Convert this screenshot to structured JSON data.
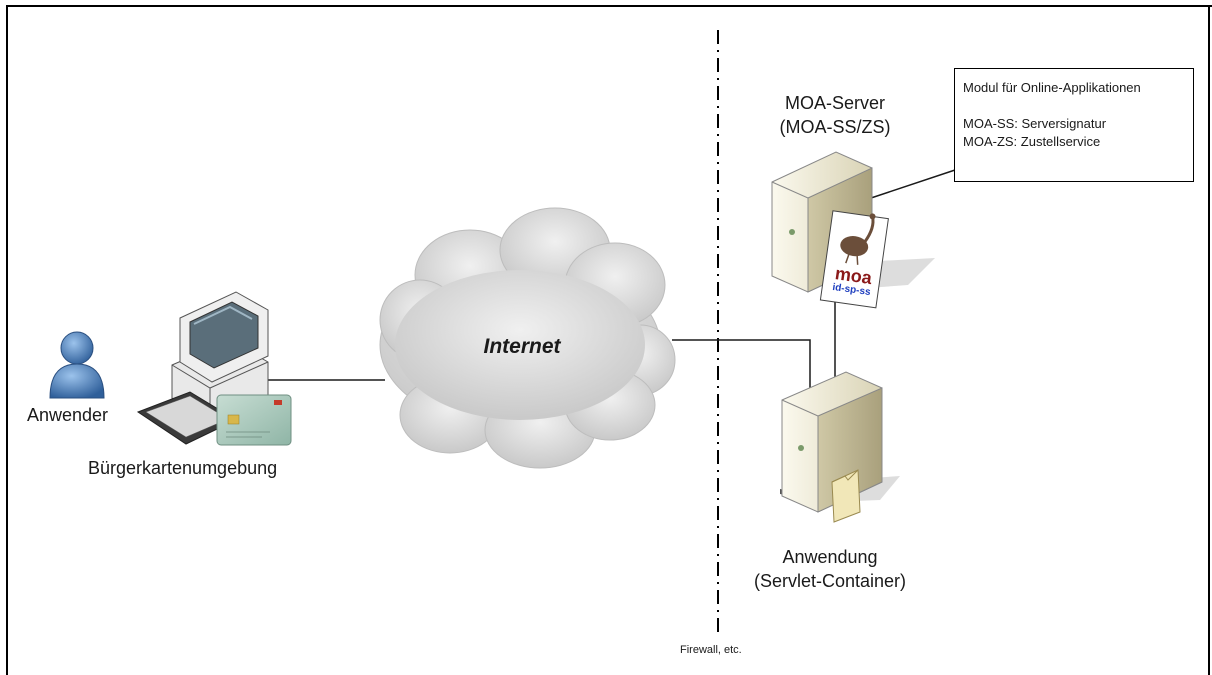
{
  "cloud_label": "Internet",
  "user_label": "Anwender",
  "client_label": "Bürgerkartenumgebung",
  "server": {
    "line1": "MOA-Server",
    "line2": "(MOA-SS/ZS)",
    "badge_main": "moa",
    "badge_sub": "id-sp-ss"
  },
  "app": {
    "line1": "Anwendung",
    "line2": "(Servlet-Container)"
  },
  "info_box": {
    "title": "Modul für Online-Applikationen",
    "line1": "MOA-SS: Serversignatur",
    "line2": "MOA-ZS: Zustellservice"
  },
  "firewall_label": "Firewall, etc.",
  "colors": {
    "line": "#1a1a1a",
    "cloud": "#d9d9d9",
    "server_body": "#f2eedb",
    "user": "#4f81bd",
    "card": "#a9c8bc",
    "badge_red": "#8b1a1a",
    "badge_blue": "#1f3fbf"
  }
}
